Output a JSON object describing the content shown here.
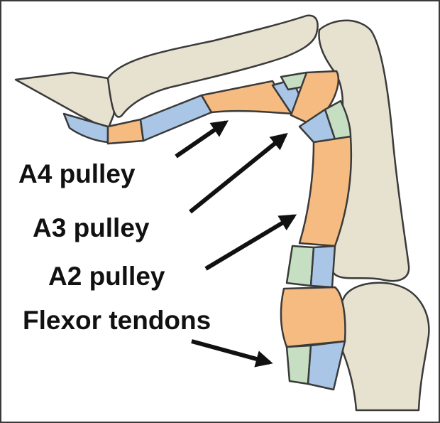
{
  "labels": {
    "a4": "A4 pulley",
    "a3": "A3 pulley",
    "a2": "A2 pulley",
    "flexor": "Flexor tendons"
  },
  "colors": {
    "bone": "#e6e2cf",
    "outline": "#3a3a3a",
    "pulley": "#f5bb80",
    "tendon_blue": "#a9c6e6",
    "tendon_green": "#c6dfc3",
    "arrow": "#111111"
  }
}
